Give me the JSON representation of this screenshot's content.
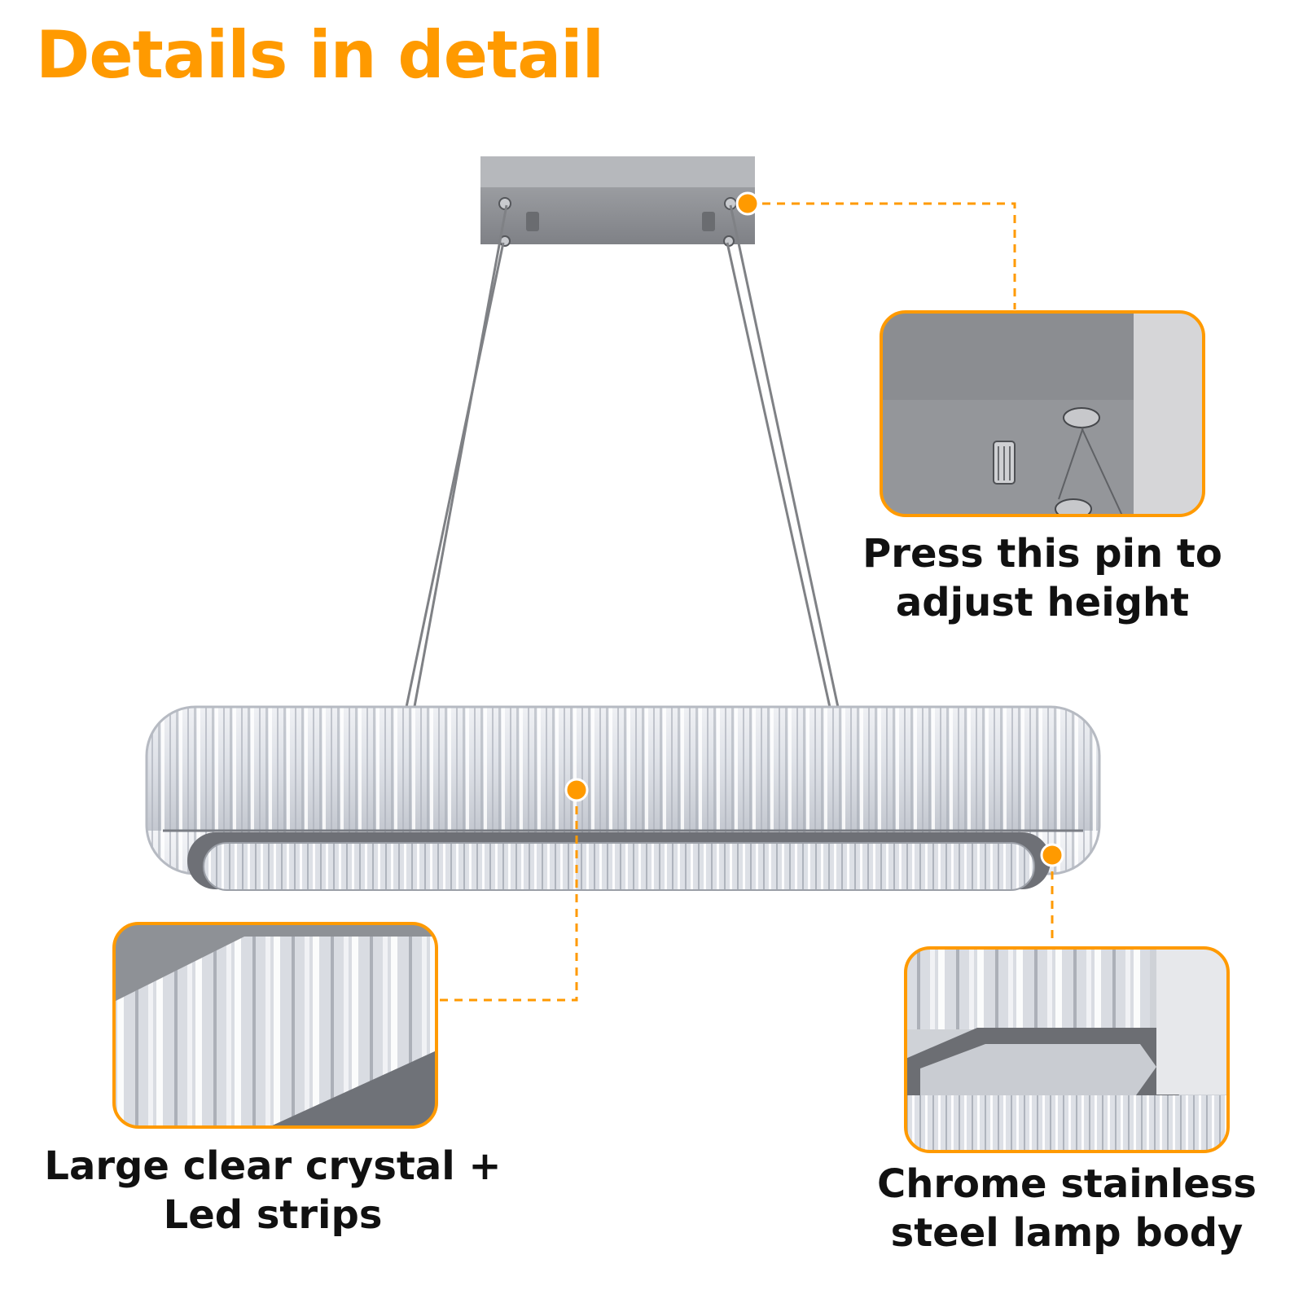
{
  "title": "Details in detail",
  "colors": {
    "accent": "#ff9a00",
    "caption_text": "#111111",
    "background": "#ffffff",
    "chrome": "#8f9196"
  },
  "callouts": [
    {
      "name": "pin",
      "icon": "height-adjust-pin",
      "line1": "Press this pin to",
      "line2": "adjust height"
    },
    {
      "name": "crystal",
      "icon": "crystal-closeup",
      "line1": "Large clear crystal +",
      "line2": "Led strips"
    },
    {
      "name": "body",
      "icon": "chrome-body-closeup",
      "line1": "Chrome stainless",
      "line2": "steel lamp body"
    }
  ]
}
